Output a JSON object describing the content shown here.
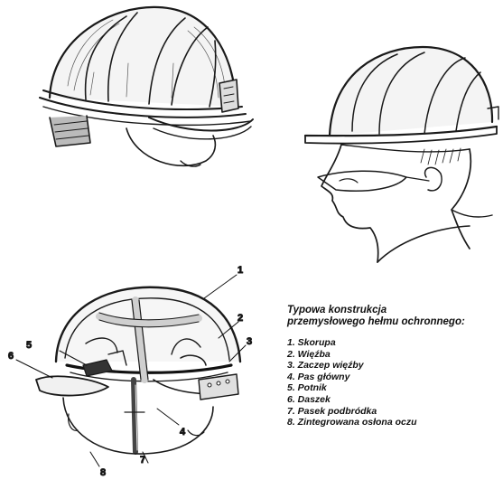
{
  "legend": {
    "title_lines": [
      "Typowa konstrukcja",
      "przemysłowego hełmu ochronnego:"
    ],
    "items": [
      "1. Skorupa",
      "2. Więźba",
      "3. Zaczep więźby",
      "4. Pas główny",
      "5. Potnik",
      "6. Daszek",
      "7. Pasek podbródka",
      "8. Zintegrowana osłona oczu"
    ]
  },
  "callouts": [
    "1",
    "2",
    "3",
    "4",
    "5",
    "6",
    "7",
    "8"
  ]
}
